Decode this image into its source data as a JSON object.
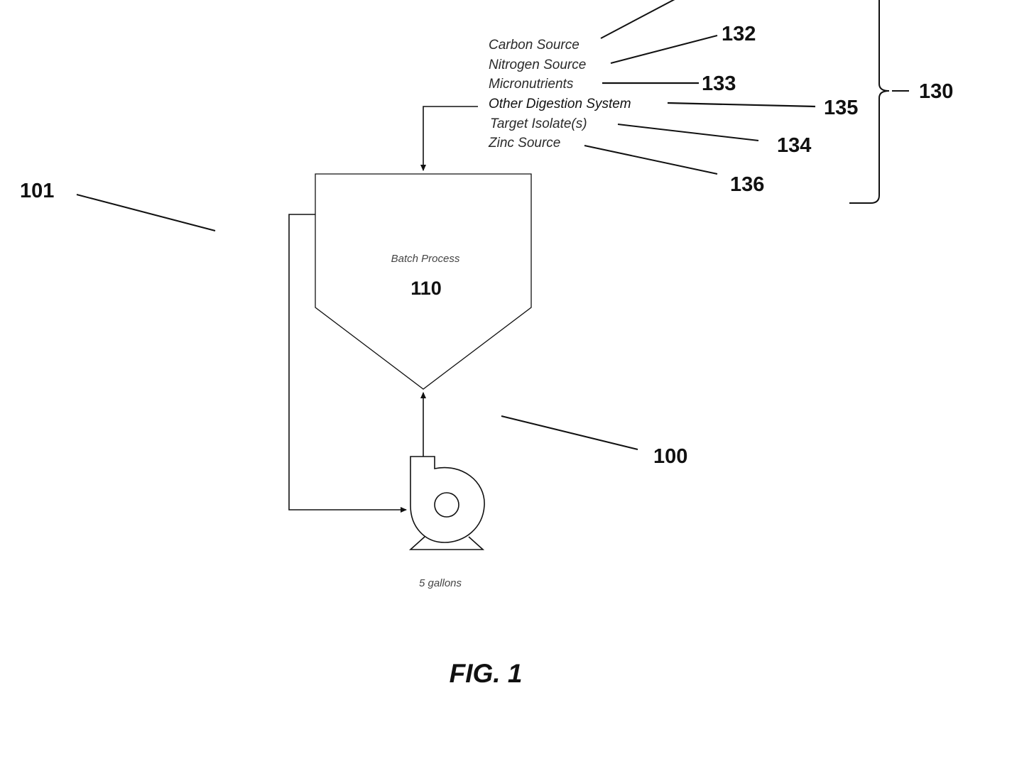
{
  "ingredients": [
    {
      "label": "Carbon Source",
      "ref": ""
    },
    {
      "label": "Nitrogen Source",
      "ref": "132"
    },
    {
      "label": "Micronutrients",
      "ref": "133"
    },
    {
      "label": "Other Digestion System",
      "ref": "135"
    },
    {
      "label": "Target Isolate(s)",
      "ref": "134"
    },
    {
      "label": "Zinc Source",
      "ref": "136"
    }
  ],
  "group_ref": "130",
  "system_ref": "101",
  "pump_ref": "100",
  "tank": {
    "label": "Batch Process",
    "ref": "110"
  },
  "pump_capacity": "5 gallons",
  "figure_caption": "FIG. 1",
  "body_text": "... .. ... ... ... ... ... .. ... ... ... ... ..."
}
